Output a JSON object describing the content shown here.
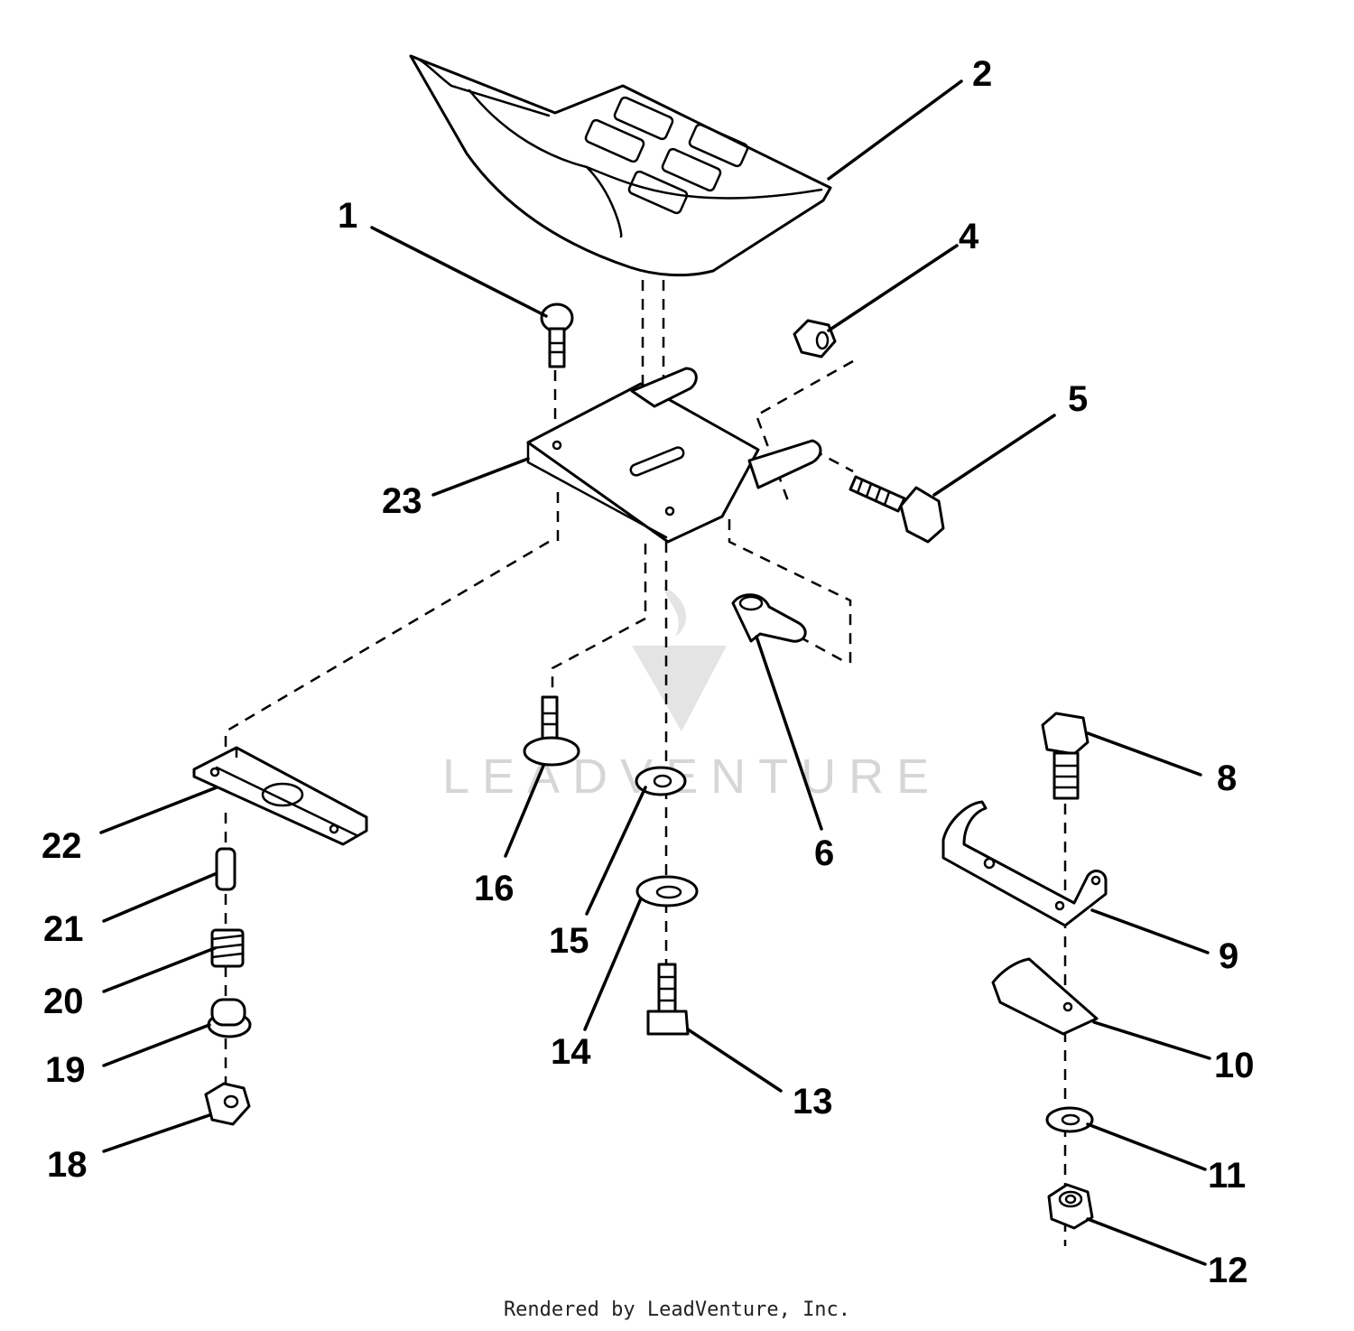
{
  "watermark": {
    "text": "LEADVENTURE"
  },
  "footer": {
    "credit": "Rendered by LeadVenture, Inc."
  },
  "callouts": [
    {
      "id": "1",
      "label": "1"
    },
    {
      "id": "2",
      "label": "2"
    },
    {
      "id": "4",
      "label": "4"
    },
    {
      "id": "5",
      "label": "5"
    },
    {
      "id": "6",
      "label": "6"
    },
    {
      "id": "8",
      "label": "8"
    },
    {
      "id": "9",
      "label": "9"
    },
    {
      "id": "10",
      "label": "10"
    },
    {
      "id": "11",
      "label": "11"
    },
    {
      "id": "12",
      "label": "12"
    },
    {
      "id": "13",
      "label": "13"
    },
    {
      "id": "14",
      "label": "14"
    },
    {
      "id": "15",
      "label": "15"
    },
    {
      "id": "16",
      "label": "16"
    },
    {
      "id": "18",
      "label": "18"
    },
    {
      "id": "19",
      "label": "19"
    },
    {
      "id": "20",
      "label": "20"
    },
    {
      "id": "21",
      "label": "21"
    },
    {
      "id": "22",
      "label": "22"
    },
    {
      "id": "23",
      "label": "23"
    }
  ]
}
